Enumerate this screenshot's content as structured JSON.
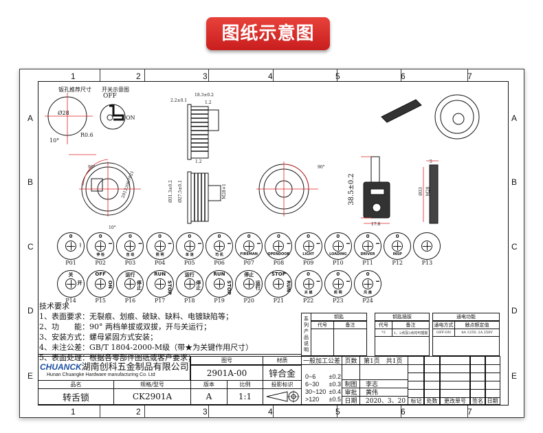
{
  "banner": {
    "title": "图纸示意图"
  },
  "grid": {
    "columns": [
      "1",
      "2",
      "3",
      "4",
      "5",
      "6",
      "7"
    ],
    "rows": [
      "A",
      "B",
      "C",
      "D",
      "E"
    ]
  },
  "views": {
    "hole_title": "钣孔推荐尺寸",
    "hole_dia": "Ø28",
    "hole_r": "R0.6",
    "hole_angle": "10°",
    "switch_title": "开关示意图",
    "switch_off": "OFF",
    "switch_on": "ON",
    "side_dims": [
      "18.3±0.2",
      "2.2±0.1",
      "1.2",
      "1.2"
    ],
    "front_dims": [
      "Ø31.3±0.2",
      "Ø27.5±0.1",
      "M28×1"
    ],
    "front_angle": "90°",
    "front_angle2": "10°",
    "face_text": "20122007021",
    "face2_angle": "90°",
    "key_height": "38.5±0.2",
    "key_width": "17.8",
    "key_side_width": "5",
    "key_side_dims": [
      "Ø33",
      "M28"
    ]
  },
  "positions": [
    {
      "id": "P01",
      "top": "0",
      "right": "—",
      "bottom": ""
    },
    {
      "id": "P02",
      "top": "0",
      "right": "I",
      "bottom": "停 检"
    },
    {
      "id": "P03",
      "top": "0",
      "right": "I",
      "bottom": "自 动"
    },
    {
      "id": "P04",
      "top": "0",
      "right": "I",
      "bottom": "照 明"
    },
    {
      "id": "P05",
      "top": "0",
      "right": "I",
      "bottom": "单 速"
    },
    {
      "id": "P06",
      "top": "0",
      "right": "I",
      "bottom": "司 机"
    },
    {
      "id": "P07",
      "top": "0",
      "right": "I",
      "bottom": "FIREMAN"
    },
    {
      "id": "P08",
      "top": "0",
      "right": "I",
      "bottom": "OPENDOOR"
    },
    {
      "id": "P09",
      "top": "0",
      "right": "I",
      "bottom": "LIGHT"
    },
    {
      "id": "P10",
      "top": "0",
      "right": "I",
      "bottom": "LOADING"
    },
    {
      "id": "P11",
      "top": "0",
      "right": "I",
      "bottom": "DRIVER"
    },
    {
      "id": "P12",
      "top": "0",
      "right": "",
      "bottom": "INSP"
    },
    {
      "id": "P13",
      "top": "",
      "right": "",
      "bottom": ""
    },
    {
      "id": "P14",
      "top": "关",
      "right": "开",
      "bottom": ""
    },
    {
      "id": "P15",
      "top": "OFF",
      "right": "ON",
      "bottom": ""
    },
    {
      "id": "P16",
      "top": "运行",
      "right": "停止",
      "bottom": ""
    },
    {
      "id": "P17",
      "top": "RUN",
      "right": "STOP",
      "bottom": ""
    },
    {
      "id": "P18",
      "top": "运行",
      "right": "停止",
      "bottom": ""
    },
    {
      "id": "P19",
      "top": "RUN",
      "right": "STOP",
      "bottom": ""
    },
    {
      "id": "P20",
      "top": "停止",
      "right": "运行",
      "bottom": ""
    },
    {
      "id": "P21",
      "top": "STOP",
      "right": "RUN",
      "bottom": ""
    },
    {
      "id": "P22",
      "top": "0",
      "right": "I",
      "bottom": "关 锁"
    },
    {
      "id": "P23",
      "top": "0",
      "right": "I",
      "bottom": "照 明"
    },
    {
      "id": "P24",
      "top": "0",
      "right": "I",
      "bottom": "风 扇"
    }
  ],
  "requirements": {
    "title": "技术要求",
    "items": [
      "1、表面要求：无裂痕、划痕、破缺、缺料、电镀缺陷等；",
      "2、功　　能：90° 两档单拔或双拔，开与关运行；",
      "3、安装方式：螺母紧固方式安装；",
      "4、未注公差：GB/T 1804-2000-M级（带★为关键作用尺寸）",
      "5、表面处理：根据各零部件图纸或客户要求；"
    ]
  },
  "series": {
    "label": "系列产品说明",
    "key": "钥匙",
    "key_insert": "钥匙插拔",
    "power": "通电功能",
    "code": "代号",
    "note": "备注",
    "power_mode": "通电方式",
    "contact_rating": "触点额定值",
    "insert_code": "*2",
    "insert_note": "1、2点及3点均可插拔",
    "mode_value": "OFF-ON",
    "rating_value": "4A 125V; 2A 250V"
  },
  "company": {
    "logo": "CHUANCK",
    "name_cn": "湖南创科五金制品有限公司",
    "name_en": "Hunan Chuangke Hardware manufacturing Co. Ltd"
  },
  "title_block": {
    "drawing_no_label": "图号",
    "drawing_no": "2901A-00",
    "material_label": "材质",
    "material": "锌合金",
    "name_label": "品名",
    "name": "转舌锁",
    "spec_label": "规格/型号",
    "spec": "CK2901A",
    "version_label": "版本",
    "version": "A",
    "scale_label": "比例",
    "scale": "1:1",
    "projection_label": "投影标识",
    "tolerance_label": "一般加工公差",
    "tolerances": [
      [
        "0~6",
        "±0.2"
      ],
      [
        "6~30",
        "±0.3"
      ],
      [
        "30~120",
        "±0.4"
      ],
      [
        ">120",
        "±0.5"
      ]
    ],
    "pages_label": "页数",
    "pages": "第1页　共1页",
    "drawn_label": "制图",
    "drawn": "李志",
    "approved_label": "审批",
    "approved": "黄伟",
    "date_label": "日期",
    "date": "2020、3、20",
    "revision_headers": [
      "标记",
      "处数",
      "更改单号",
      "签名",
      "日期"
    ]
  },
  "colors": {
    "banner": "#d42a25",
    "dimension": "#e02020"
  }
}
